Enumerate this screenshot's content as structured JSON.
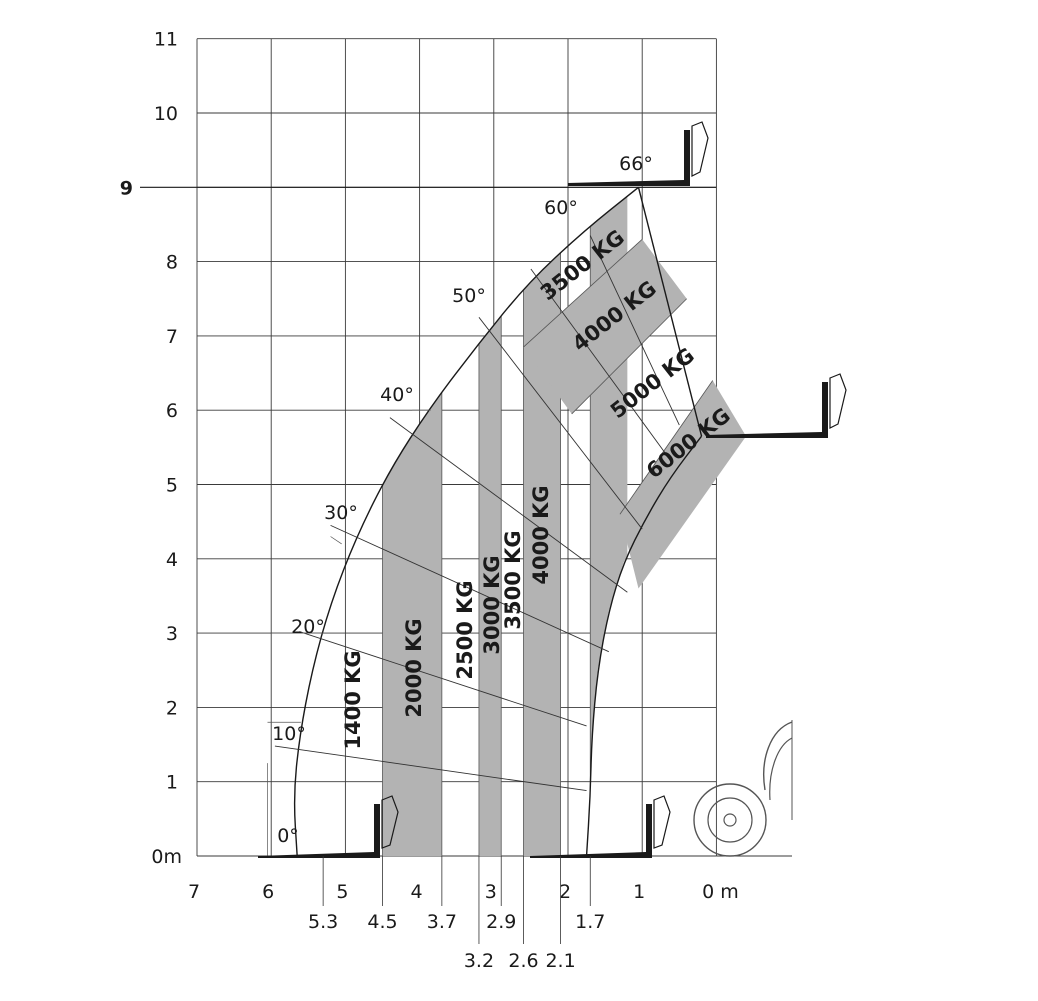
{
  "chart_data": {
    "type": "load-chart",
    "x_ticks": [
      "7",
      "6",
      "5",
      "4",
      "3",
      "2",
      "1",
      "0 m"
    ],
    "y_ticks": [
      "0m",
      "1",
      "2",
      "3",
      "4",
      "5",
      "6",
      "7",
      "8",
      "9",
      "10",
      "11"
    ],
    "xlim": [
      7,
      0
    ],
    "ylim": [
      0,
      11
    ],
    "max_height_highlight": "9",
    "reach_markers_row1": [
      {
        "label": "5.3",
        "value": 5.3
      },
      {
        "label": "4.5",
        "value": 4.5
      },
      {
        "label": "3.7",
        "value": 3.7
      },
      {
        "label": "2.9",
        "value": 2.9
      },
      {
        "label": "1.7",
        "value": 1.7
      }
    ],
    "reach_markers_row2": [
      {
        "label": "3.2",
        "value": 3.2
      },
      {
        "label": "2.6",
        "value": 2.6
      },
      {
        "label": "2.1",
        "value": 2.1
      }
    ],
    "boom_angles": [
      {
        "label": "0°",
        "deg": 0
      },
      {
        "label": "10°",
        "deg": 10
      },
      {
        "label": "20°",
        "deg": 20
      },
      {
        "label": "30°",
        "deg": 30
      },
      {
        "label": "40°",
        "deg": 40
      },
      {
        "label": "50°",
        "deg": 50
      },
      {
        "label": "60°",
        "deg": 60
      },
      {
        "label": "66°",
        "deg": 66
      }
    ],
    "load_zones": [
      {
        "label": "1400 KG",
        "orientation": "vertical"
      },
      {
        "label": "2000 KG",
        "orientation": "vertical"
      },
      {
        "label": "2500 KG",
        "orientation": "vertical"
      },
      {
        "label": "3000 KG",
        "orientation": "vertical"
      },
      {
        "label": "3500 KG",
        "orientation": "vertical"
      },
      {
        "label": "4000 KG",
        "orientation": "vertical"
      },
      {
        "label": "3500 KG",
        "orientation": "radial"
      },
      {
        "label": "4000 KG",
        "orientation": "radial"
      },
      {
        "label": "5000 KG",
        "orientation": "radial"
      },
      {
        "label": "6000 KG",
        "orientation": "radial"
      }
    ],
    "colors": {
      "shaded_zone": "#b3b3b3",
      "grid": "#3a3a3a",
      "fork": "#1a1a1a"
    }
  }
}
